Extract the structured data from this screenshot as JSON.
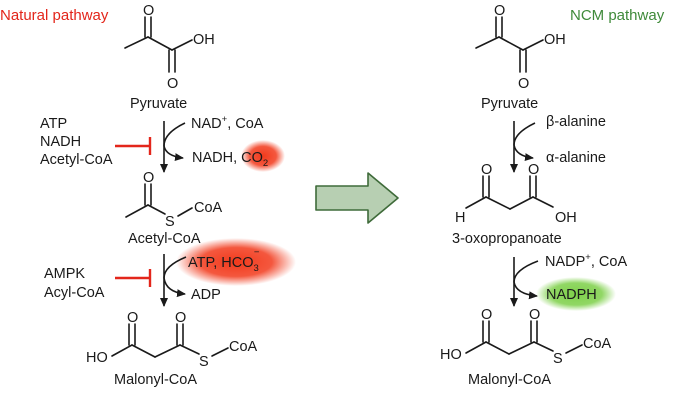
{
  "titles": {
    "natural": "Natural pathway",
    "ncm": "NCM pathway"
  },
  "colors": {
    "inhibit": "#e3261b",
    "cost_glow": "#f23a1c",
    "nadph_glow": "#7ed04a",
    "big_arrow_fill": "#b7cfb2",
    "big_arrow_stroke": "#3f6b3a",
    "title_red": "#e3261b",
    "title_green": "#3f8a3a"
  },
  "atoms": {
    "O": "O",
    "OH": "OH",
    "H": "H",
    "S": "S",
    "CoA": "CoA",
    "HO": "HO"
  },
  "left": {
    "pyruvate": "Pyruvate",
    "inhibitors1": [
      "ATP",
      "NADH",
      "Acetyl-CoA"
    ],
    "cofactor_in1": {
      "main": "NAD",
      "sup": "+",
      "rest": ", CoA"
    },
    "products1": {
      "main": "NADH, ",
      "co": "CO",
      "sub": "2"
    },
    "acetyl_coa": "Acetyl-CoA",
    "inhibitors2": [
      "AMPK",
      "Acyl-CoA"
    ],
    "cofactor_in2": {
      "main": "ATP,  HCO",
      "sub": "3",
      "sup": "−"
    },
    "products2": "ADP",
    "malonyl_coa": "Malonyl-CoA"
  },
  "right": {
    "pyruvate": "Pyruvate",
    "in1": "β-alanine",
    "out1": "α-alanine",
    "intermediate": "3-oxopropanoate",
    "cofactor_in": {
      "main": "NADP",
      "sup": "+",
      "rest": ", CoA"
    },
    "cofactor_out": "NADPH",
    "malonyl_coa": "Malonyl-CoA"
  }
}
